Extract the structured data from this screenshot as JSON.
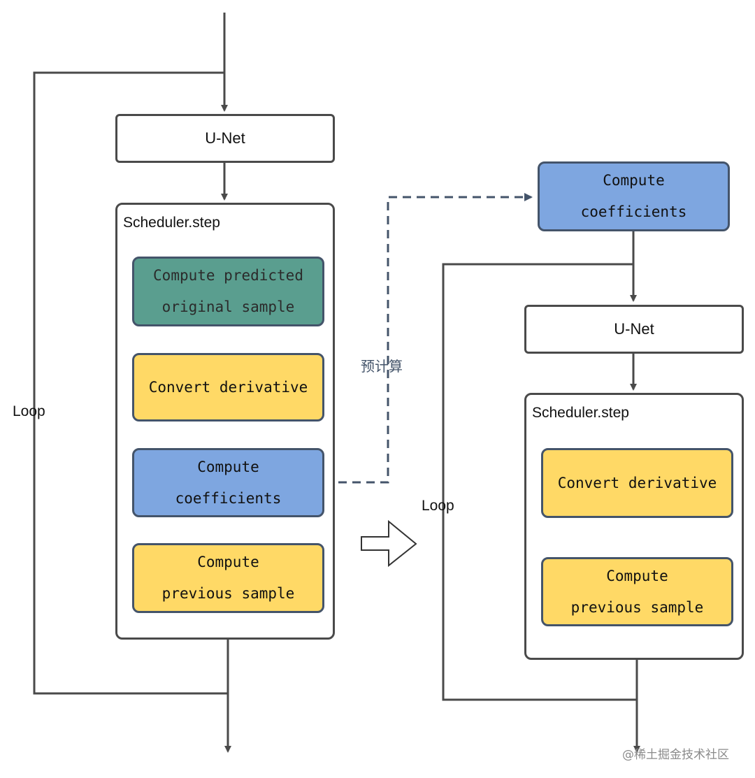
{
  "left": {
    "unet_label": "U-Net",
    "scheduler_label": "Scheduler.step",
    "steps": [
      "Compute predicted\noriginal sample",
      "Convert derivative",
      "Compute\ncoefficients",
      "Compute\nprevious sample"
    ],
    "loop_label": "Loop"
  },
  "right": {
    "precomputed_step": "Compute\ncoefficients",
    "unet_label": "U-Net",
    "scheduler_label": "Scheduler.step",
    "steps": [
      "Convert derivative",
      "Compute\nprevious sample"
    ],
    "loop_label": "Loop"
  },
  "precompute_label": "预计算",
  "watermark": "@稀土掘金技术社区",
  "colors": {
    "green": "#5a9e8f",
    "yellow": "#ffd966",
    "blue": "#7ea6e0",
    "edge": "#4a4a4a",
    "dashed": "#44546a"
  }
}
